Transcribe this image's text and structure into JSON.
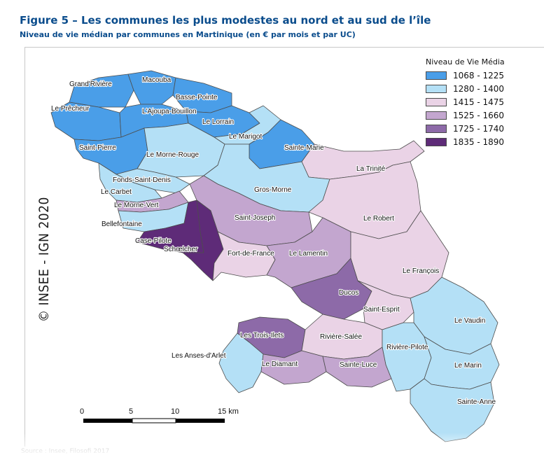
{
  "figure": {
    "title": "Figure 5 – Les communes les plus modestes au nord et au sud de l’île",
    "subtitle": "Niveau de vie médian par communes en Martinique (en € par mois et par UC)"
  },
  "copyright": "© INSEE - IGN 2020",
  "legend": {
    "title": "Niveau de Vie Média",
    "classes": [
      {
        "label": "1068 - 1225",
        "color": "#4a9ee8"
      },
      {
        "label": "1280 - 1400",
        "color": "#b4e0f6"
      },
      {
        "label": "1415 - 1475",
        "color": "#ead3e6"
      },
      {
        "label": "1525 - 1660",
        "color": "#c3a6cf"
      },
      {
        "label": "1725 - 1740",
        "color": "#8d6aa8"
      },
      {
        "label": "1835 - 1890",
        "color": "#5e2b78"
      }
    ]
  },
  "communes": [
    {
      "name": "Grand'Rivière",
      "class": 0
    },
    {
      "name": "Macouba",
      "class": 0
    },
    {
      "name": "Basse-Pointe",
      "class": 0
    },
    {
      "name": "Le Prêcheur",
      "class": 0
    },
    {
      "name": "L'Ajoupa-Bouillon",
      "class": 0
    },
    {
      "name": "Le Lorrain",
      "class": 0
    },
    {
      "name": "Le Marigot",
      "class": 1
    },
    {
      "name": "Saint-Pierre",
      "class": 0
    },
    {
      "name": "Le Morne-Rouge",
      "class": 1
    },
    {
      "name": "Sainte-Marie",
      "class": 0
    },
    {
      "name": "La Trinité",
      "class": 2
    },
    {
      "name": "Fonds-Saint-Denis",
      "class": 1
    },
    {
      "name": "Le Carbet",
      "class": 1
    },
    {
      "name": "Gros-Morne",
      "class": 1
    },
    {
      "name": "Le Morne-Vert",
      "class": 3
    },
    {
      "name": "Saint-Joseph",
      "class": 3
    },
    {
      "name": "Le Robert",
      "class": 2
    },
    {
      "name": "Bellefontaine",
      "class": 1
    },
    {
      "name": "Case-Pilote",
      "class": 5
    },
    {
      "name": "Schœlcher",
      "class": 5
    },
    {
      "name": "Fort-de-France",
      "class": 2
    },
    {
      "name": "Le Lamentin",
      "class": 3
    },
    {
      "name": "Le François",
      "class": 2
    },
    {
      "name": "Ducos",
      "class": 4
    },
    {
      "name": "Saint-Esprit",
      "class": 2
    },
    {
      "name": "Le Vaudin",
      "class": 1
    },
    {
      "name": "Les Trois-Ilets",
      "class": 4
    },
    {
      "name": "Rivière-Salée",
      "class": 2
    },
    {
      "name": "Les Anses-d'Arlet",
      "class": 1
    },
    {
      "name": "Rivière-Pilote",
      "class": 1
    },
    {
      "name": "Le Diamant",
      "class": 3
    },
    {
      "name": "Sainte-Luce",
      "class": 3
    },
    {
      "name": "Le Marin",
      "class": 1
    },
    {
      "name": "Sainte-Anne",
      "class": 1
    }
  ],
  "scale_bar": {
    "ticks": [
      "0",
      "5",
      "10",
      "15 km"
    ]
  },
  "source": "Source : Insee, Filosofi 2017"
}
